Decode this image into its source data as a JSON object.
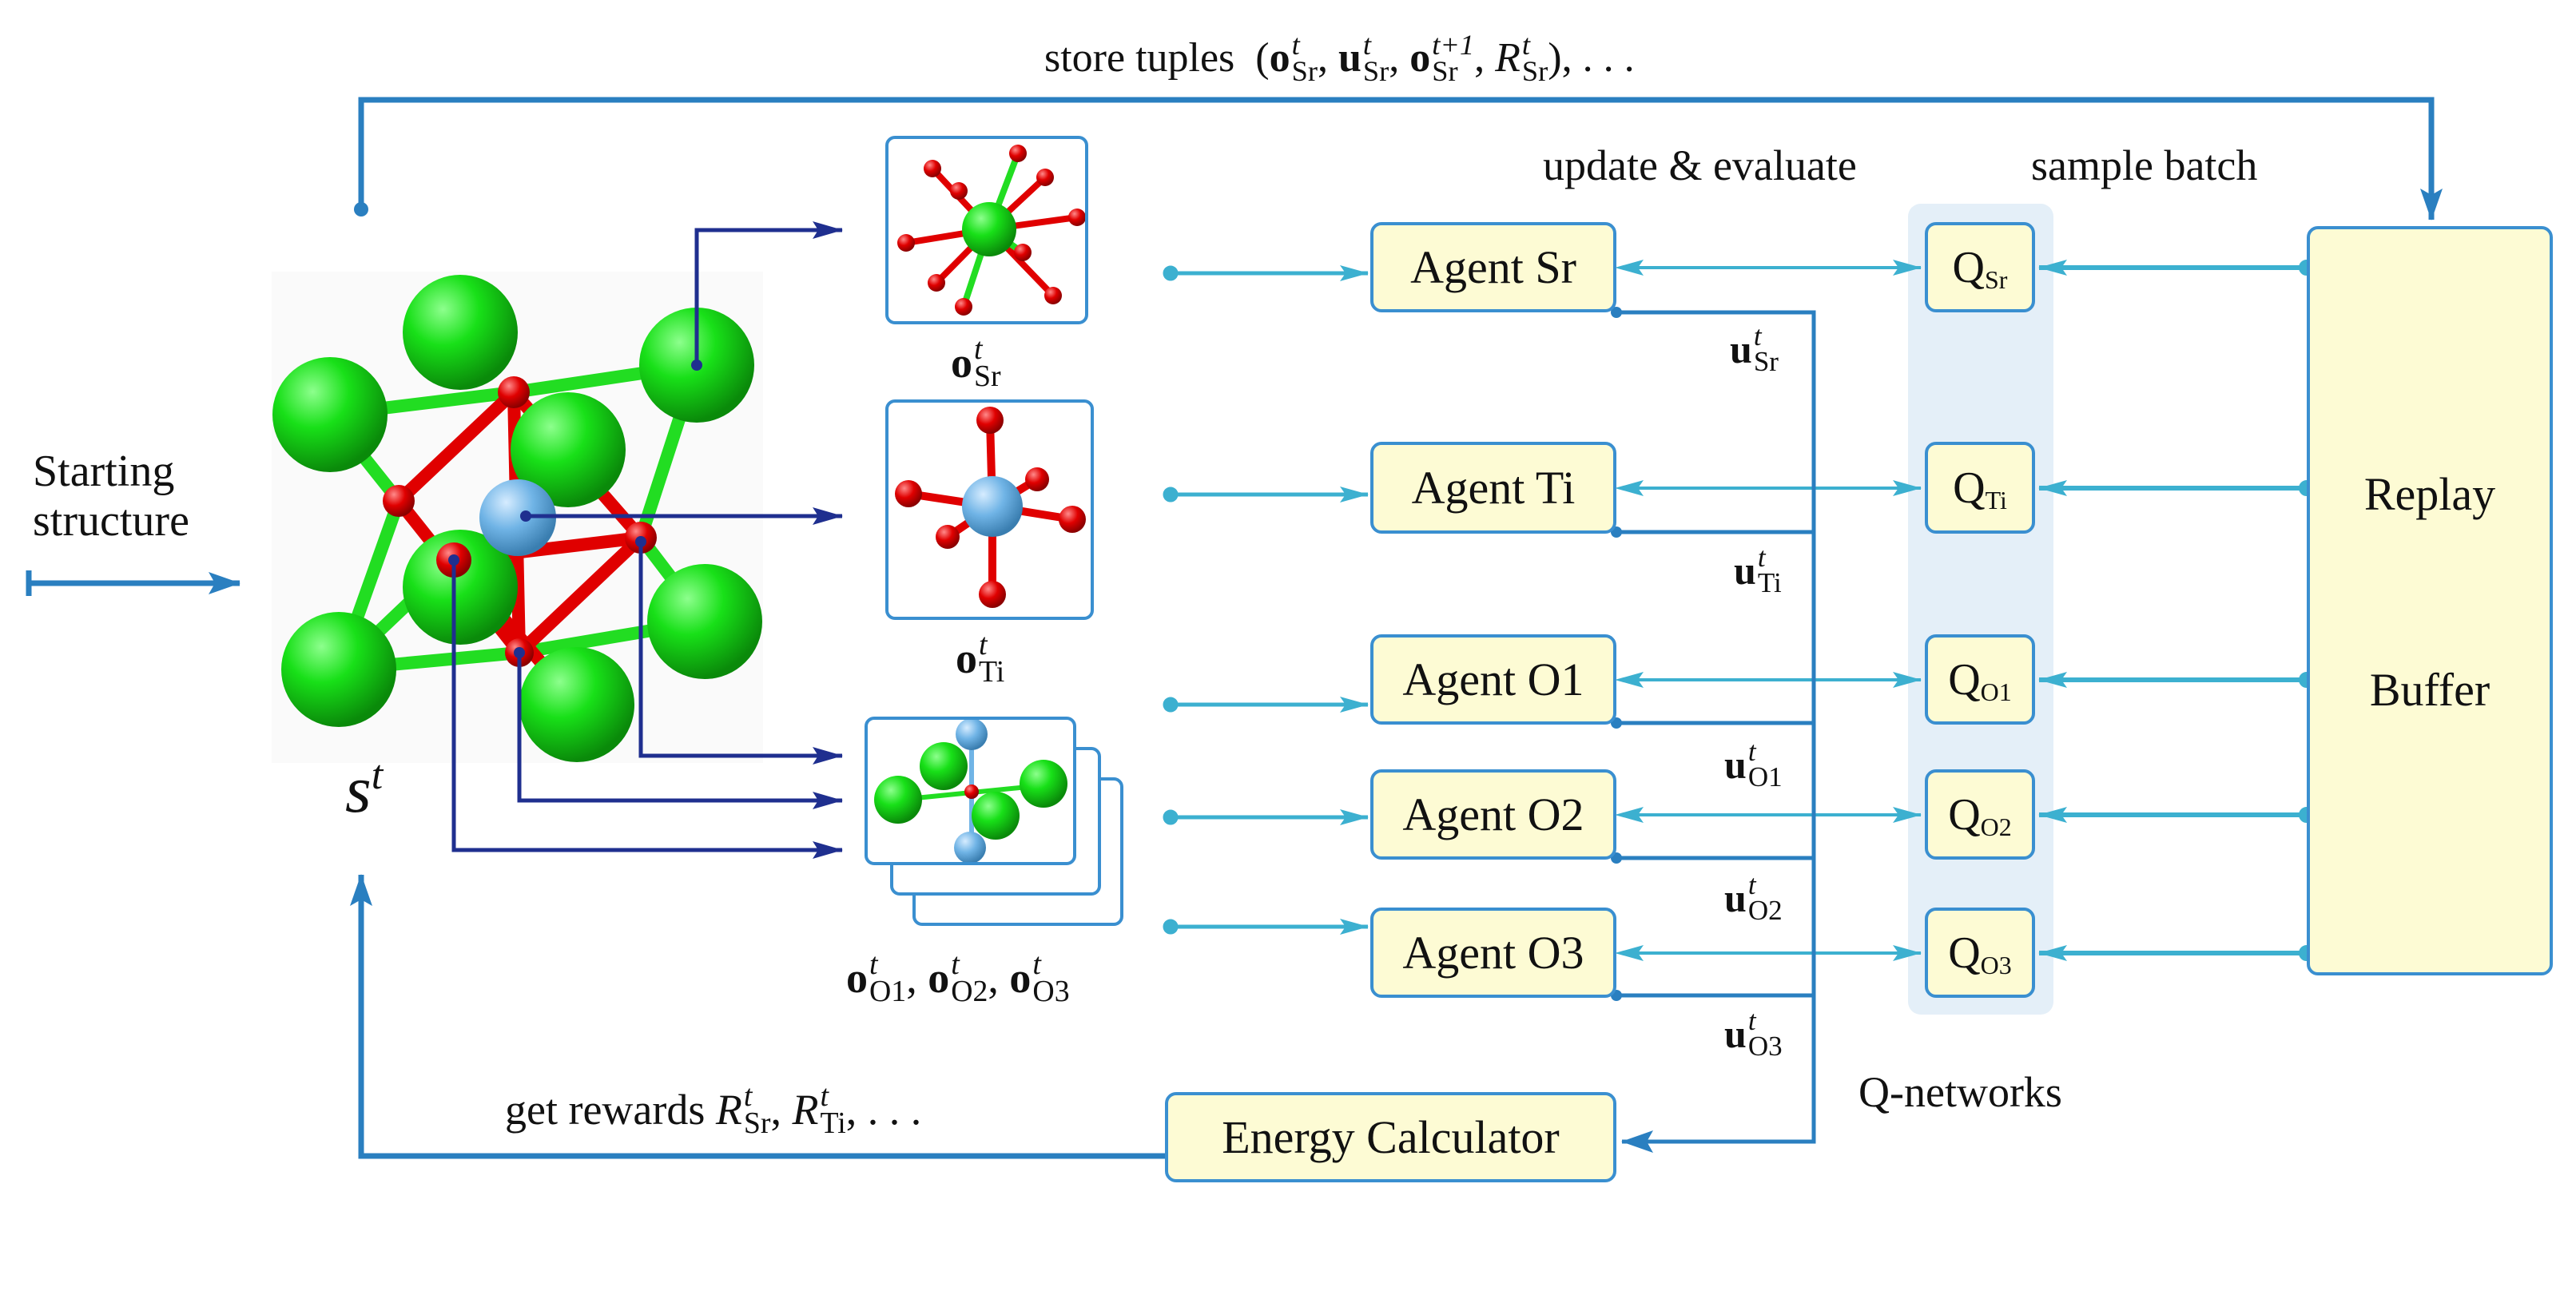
{
  "top_label": {
    "prefix": "store tuples",
    "open": "(",
    "o": "o",
    "u": "u",
    "sub": "Sr",
    "sup_t": "t",
    "sup_t1": "t+1",
    "R": "R",
    "close": "), . . ."
  },
  "starting_structure": {
    "line1": "Starting",
    "line2": "structure"
  },
  "state": {
    "base": "s",
    "sup": "t"
  },
  "observations": {
    "sr": {
      "base": "o",
      "sub": "Sr",
      "sup": "t"
    },
    "ti": {
      "base": "o",
      "sub": "Ti",
      "sup": "t"
    },
    "o": [
      {
        "base": "o",
        "sub": "O1",
        "sup": "t"
      },
      {
        "base": "o",
        "sub": "O2",
        "sup": "t"
      },
      {
        "base": "o",
        "sub": "O3",
        "sup": "t"
      }
    ]
  },
  "headers": {
    "update": "update & evaluate",
    "sample": "sample batch",
    "qnetworks": "Q-networks"
  },
  "agents": [
    "Agent Sr",
    "Agent Ti",
    "Agent O1",
    "Agent O2",
    "Agent O3"
  ],
  "actions": [
    {
      "base": "u",
      "sub": "Sr",
      "sup": "t"
    },
    {
      "base": "u",
      "sub": "Ti",
      "sup": "t"
    },
    {
      "base": "u",
      "sub": "O1",
      "sup": "t"
    },
    {
      "base": "u",
      "sub": "O2",
      "sup": "t"
    },
    {
      "base": "u",
      "sub": "O3",
      "sup": "t"
    }
  ],
  "qnets": [
    {
      "q": "Q",
      "sub": "Sr"
    },
    {
      "q": "Q",
      "sub": "Ti"
    },
    {
      "q": "Q",
      "sub": "O1"
    },
    {
      "q": "Q",
      "sub": "O2"
    },
    {
      "q": "Q",
      "sub": "O3"
    }
  ],
  "replay": {
    "line1": "Replay",
    "line2": "Buffer"
  },
  "energy": "Energy Calculator",
  "rewards": {
    "prefix": "get rewards",
    "R": "R",
    "sub1": "Sr",
    "sub2": "Ti",
    "sup": "t",
    "comma": ",",
    "suffix": ", . . ."
  },
  "colors": {
    "flow": "#2a7fc0",
    "agent_link": "#3cb0d0",
    "obs_link": "#1f2f8f",
    "box_fill": "#fdfbd4",
    "box_border": "#3a8fd0",
    "qnet_bg": "#e4eff8"
  }
}
